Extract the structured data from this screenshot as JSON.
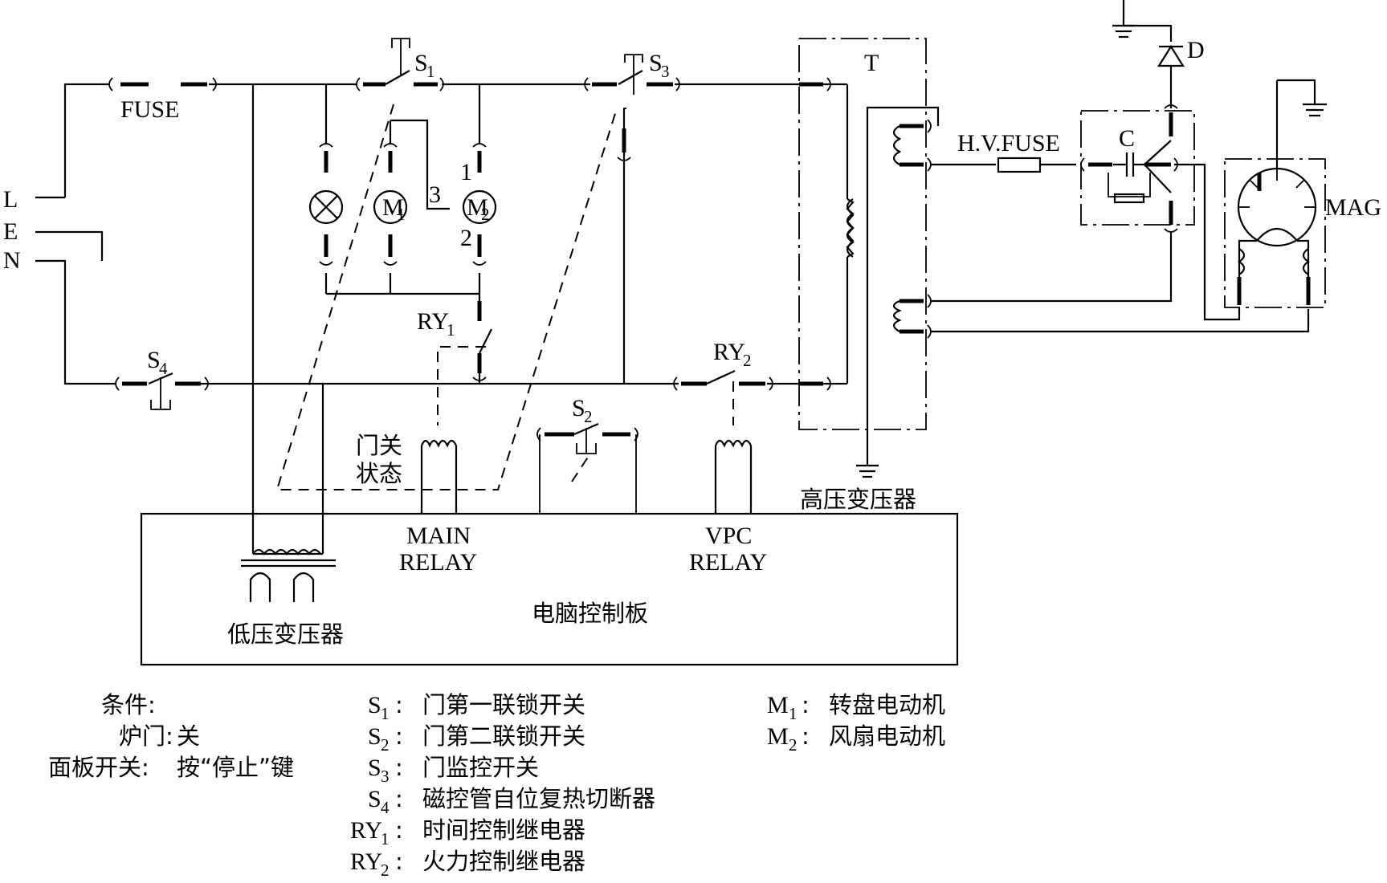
{
  "labels": {
    "L": "L",
    "E": "E",
    "N": "N",
    "fuse": "FUSE",
    "s1": "S",
    "s1_sub": "1",
    "s2": "S",
    "s2_sub": "2",
    "s3": "S",
    "s3_sub": "3",
    "s4": "S",
    "s4_sub": "4",
    "m": "M",
    "m1_sub": "1",
    "m2_sub": "2",
    "n1": "1",
    "n2": "2",
    "n3": "3",
    "ry": "RY",
    "ry1_sub": "1",
    "ry2_sub": "2",
    "t": "T",
    "hv_fuse": "H.V.FUSE",
    "c": "C",
    "d": "D",
    "mag": "MAG",
    "door_state_1": "门关",
    "door_state_2": "状态",
    "hv_transformer": "高压变压器",
    "main_relay_1": "MAIN",
    "main_relay_2": "RELAY",
    "vpc_relay_1": "VPC",
    "vpc_relay_2": "RELAY",
    "lv_transformer": "低压变压器",
    "control_board": "电脑控制板"
  },
  "legend": {
    "conditions": [
      {
        "key": "条件:",
        "value": ""
      },
      {
        "key": "炉门:",
        "value": "关"
      },
      {
        "key": "面板开关:",
        "value": "按“停止”键"
      }
    ],
    "switches": [
      {
        "sym": "S",
        "sub": "1",
        "desc": "门第一联锁开关"
      },
      {
        "sym": "S",
        "sub": "2",
        "desc": "门第二联锁开关"
      },
      {
        "sym": "S",
        "sub": "3",
        "desc": "门监控开关"
      },
      {
        "sym": "S",
        "sub": "4",
        "desc": "磁控管自位复热切断器"
      },
      {
        "sym": "RY",
        "sub": "1",
        "desc": "时间控制继电器"
      },
      {
        "sym": "RY",
        "sub": "2",
        "desc": "火力控制继电器"
      }
    ],
    "motors": [
      {
        "sym": "M",
        "sub": "1",
        "desc": "转盘电动机"
      },
      {
        "sym": "M",
        "sub": "2",
        "desc": "风扇电动机"
      }
    ]
  }
}
